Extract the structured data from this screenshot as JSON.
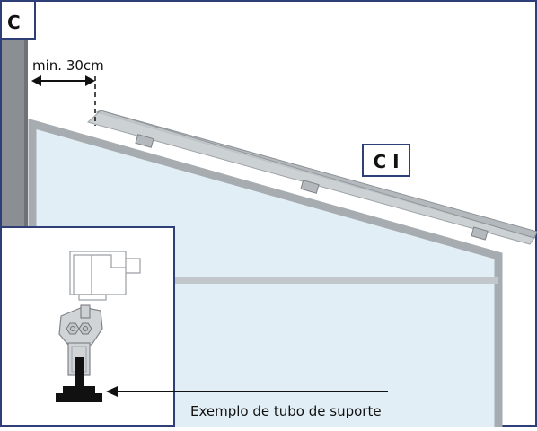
{
  "corner_label": "C",
  "dimension_label": "min. 30cm",
  "part_label": "C I",
  "example_caption": "Exemplo de tubo de suporte",
  "colors": {
    "frame_border": "#2e3f78",
    "glass": "#e2eef5",
    "profile": "#b4b9bd",
    "profile_edge": "#8d9296",
    "wall": "#8b8f93",
    "arrow": "#111111"
  }
}
